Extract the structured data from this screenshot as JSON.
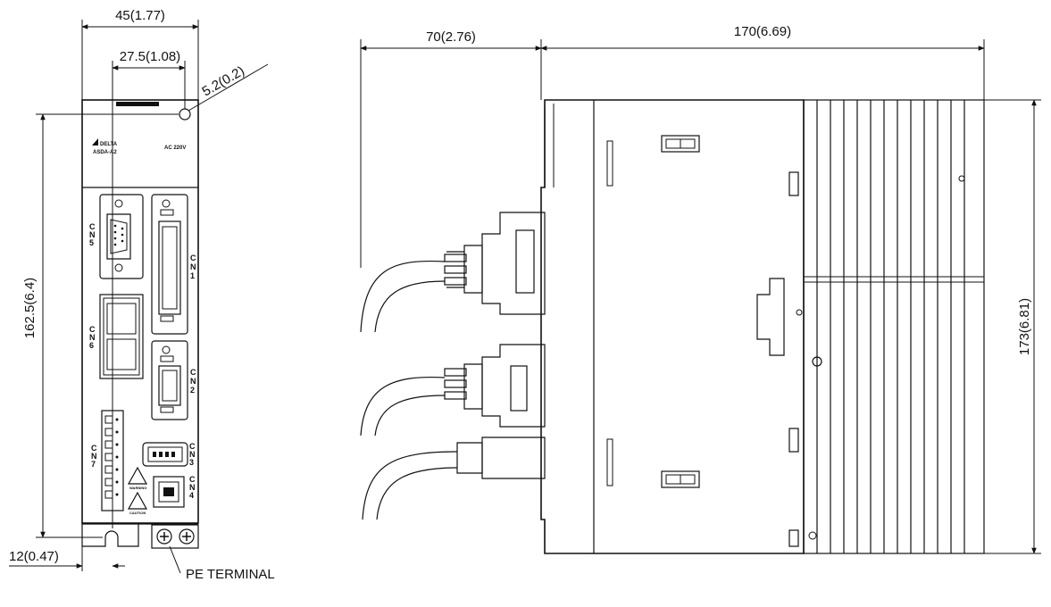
{
  "dimensions": {
    "front_width": "45(1.77)",
    "connector_offset": "27.5(1.08)",
    "mount_hole": "5.2(0.2)",
    "front_height": "162.5(6.4)",
    "bottom_offset": "12(0.47)",
    "cable_depth": "70(2.76)",
    "body_depth": "170(6.69)",
    "side_height": "173(6.81)"
  },
  "callouts": {
    "pe_terminal": "PE TERMINAL"
  },
  "front_panel": {
    "brand_line1": "DELTA",
    "brand_line2": "ASDA-A2",
    "voltage": "AC 220V",
    "cn5": [
      "C",
      "N",
      "5"
    ],
    "cn1": [
      "C",
      "N",
      "1"
    ],
    "cn6": [
      "C",
      "N",
      "6"
    ],
    "cn2": [
      "C",
      "N",
      "2"
    ],
    "cn7": [
      "C",
      "N",
      "7"
    ],
    "cn3": [
      "C",
      "N",
      "3"
    ],
    "cn4": [
      "C",
      "N",
      "4"
    ],
    "warning_label": "WARNING",
    "caution_label": "CAUTION"
  }
}
